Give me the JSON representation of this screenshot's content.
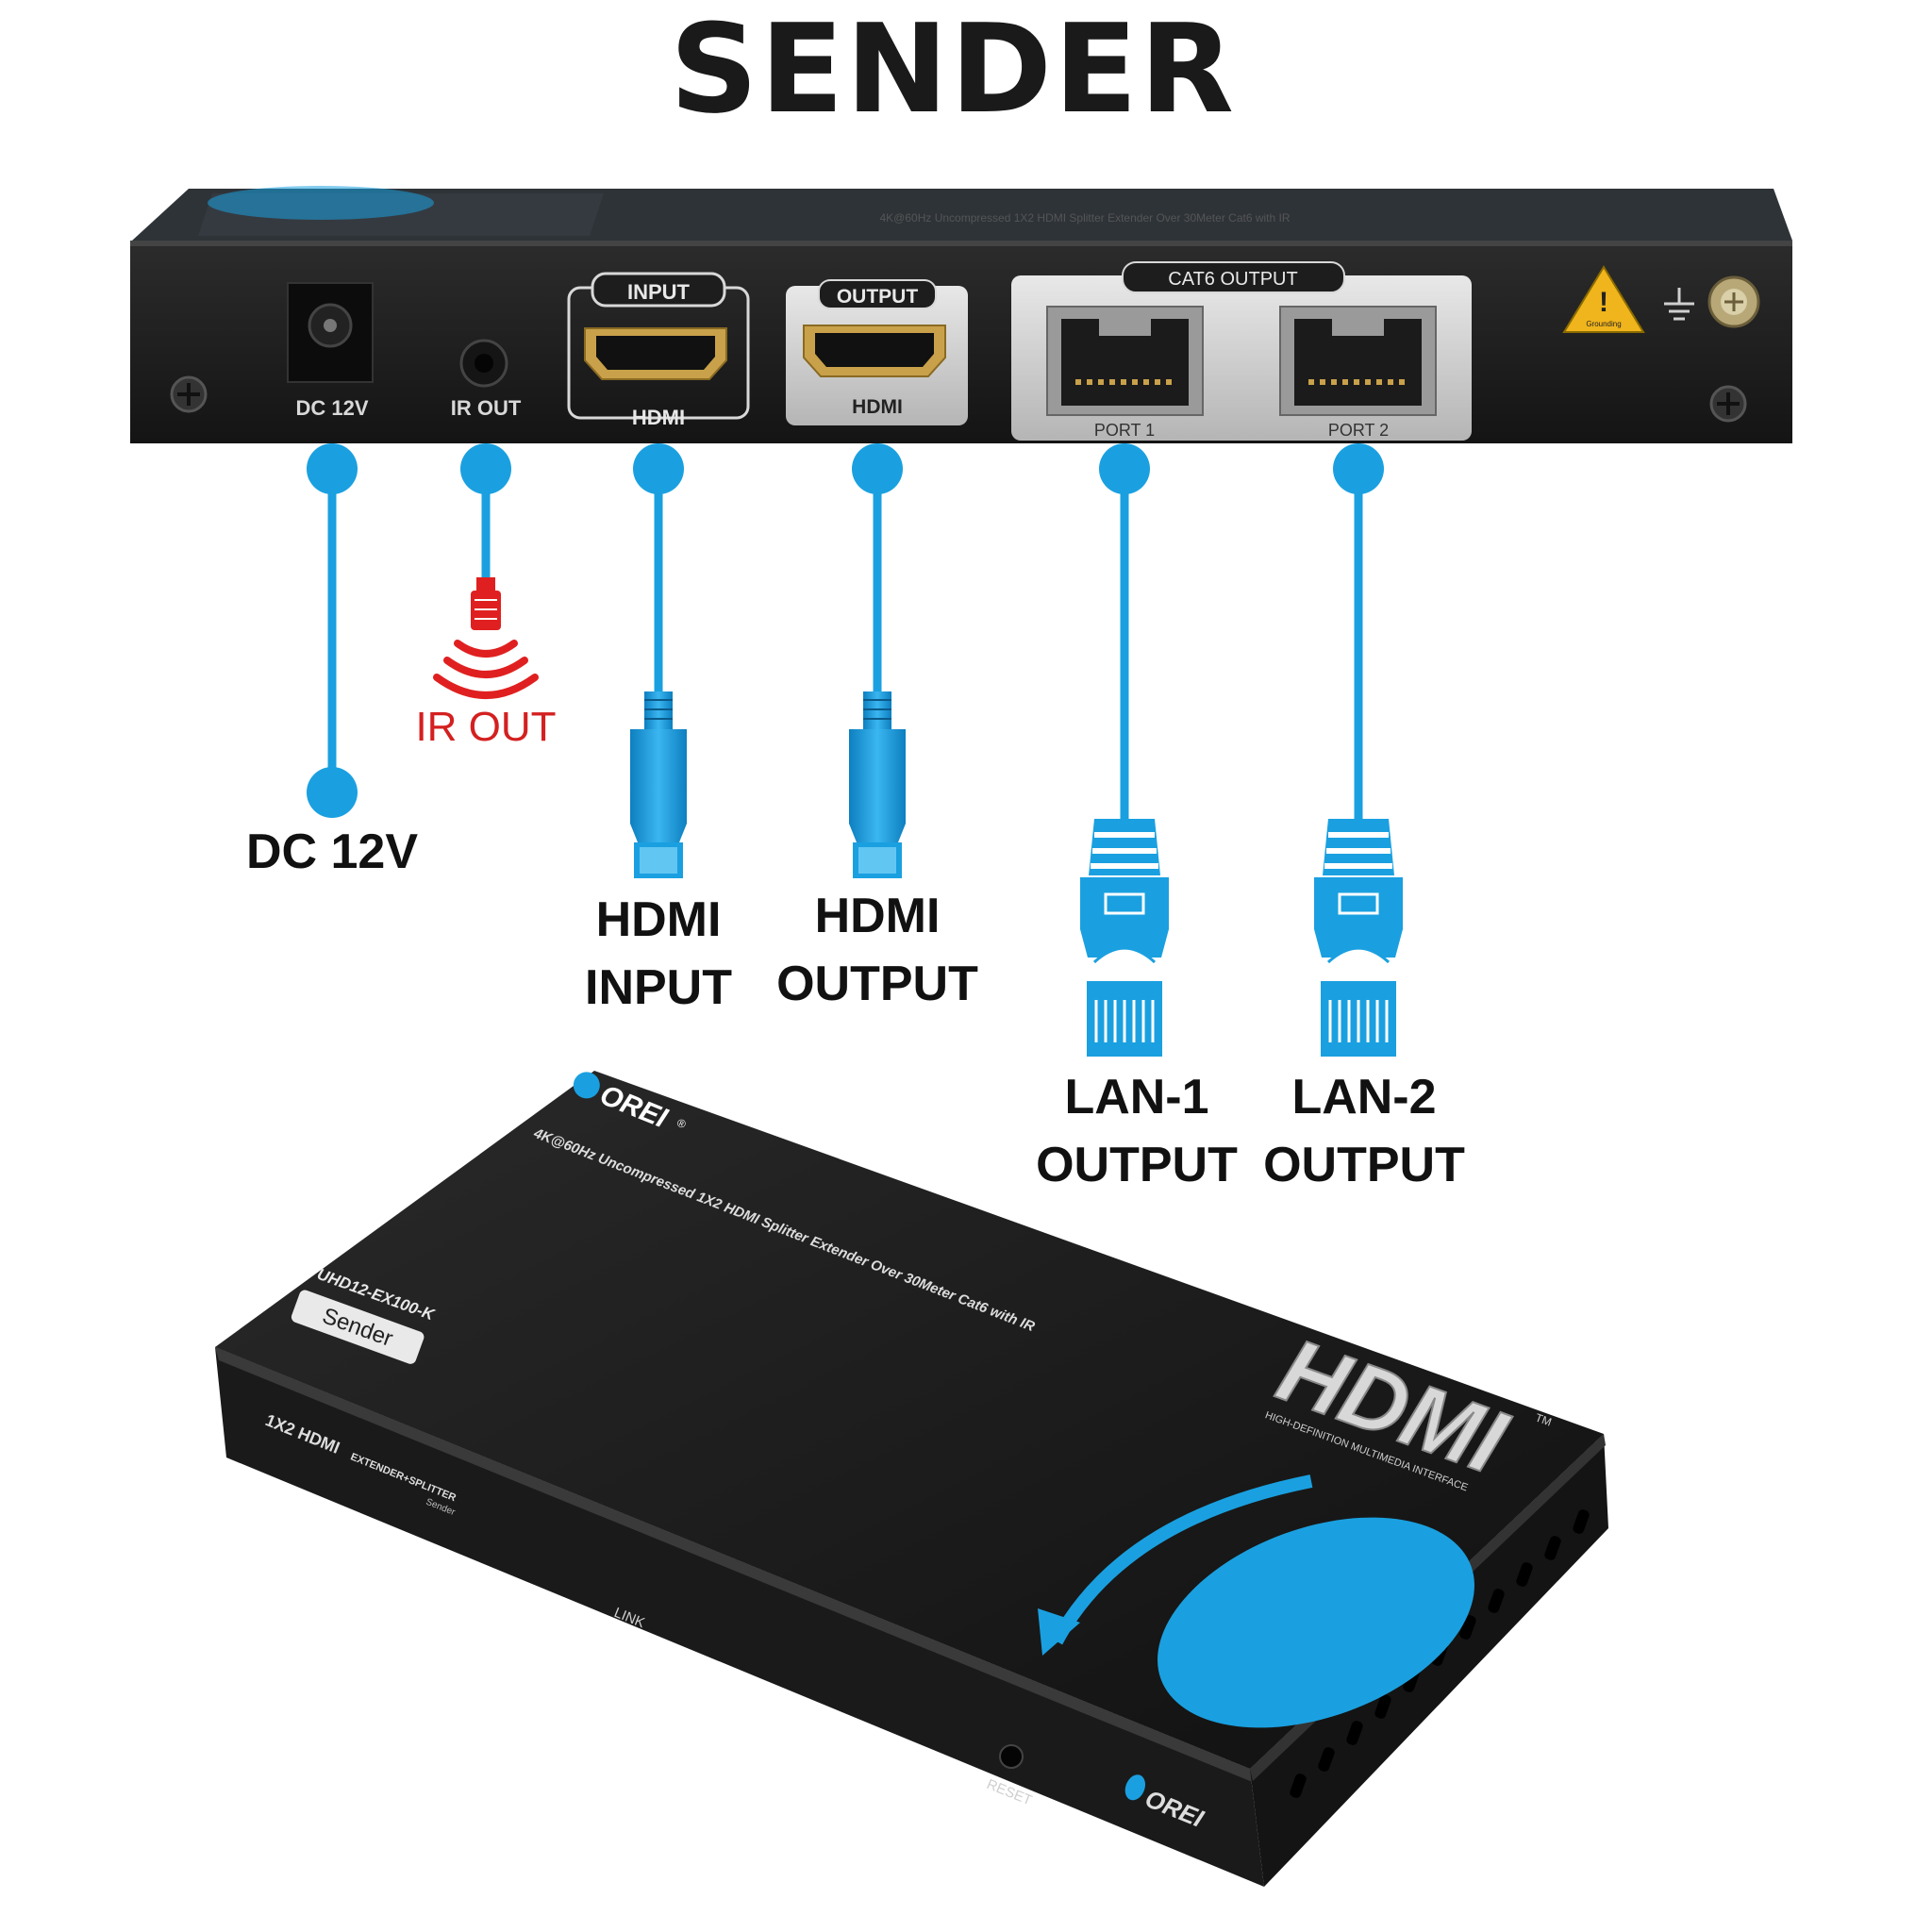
{
  "title": "SENDER",
  "colors": {
    "accent": "#1aa0e0",
    "accent_dark": "#0d7fc0",
    "ir_red": "#e02020",
    "chassis": "#1d1d1d",
    "label_text": "#111111"
  },
  "back_panel": {
    "port_labels": {
      "dc": "DC 12V",
      "ir": "IR OUT",
      "hdmi_in_top": "INPUT",
      "hdmi_in_bottom": "HDMI",
      "hdmi_out_top": "OUTPUT",
      "hdmi_out_bottom": "HDMI",
      "cat6_group": "CAT6 OUTPUT",
      "port1": "PORT 1",
      "port2": "PORT 2",
      "grounding": "Grounding"
    },
    "icons": [
      "dc-jack-icon",
      "ir-jack-icon",
      "hdmi-port-icon",
      "rj45-port-icon",
      "warning-icon",
      "ground-symbol-icon",
      "screw-icon"
    ]
  },
  "callouts": {
    "dc": "DC 12V",
    "ir": "IR OUT",
    "hdmi_input_1": "HDMI",
    "hdmi_input_2": "INPUT",
    "hdmi_output_1": "HDMI",
    "hdmi_output_2": "OUTPUT",
    "lan1_1": "LAN-1",
    "lan1_2": "OUTPUT",
    "lan2_1": "LAN-2",
    "lan2_2": "OUTPUT"
  },
  "device": {
    "brand": "OREI",
    "registered": "®",
    "description": "4K@60Hz Uncompressed 1X2 HDMI Splitter Extender Over 30Meter Cat6 with IR",
    "model": "UHD12-EX100-K",
    "role_badge": "Sender",
    "front_title": "1X2 HDMI",
    "front_subtitle": "EXTENDER+SPLITTER",
    "front_sub2": "Sender",
    "link_label": "LINK",
    "reset_label": "RESET",
    "hdmi_logo": "HDMI",
    "hdmi_tagline": "HIGH-DEFINITION MULTIMEDIA INTERFACE",
    "tm": "TM"
  }
}
